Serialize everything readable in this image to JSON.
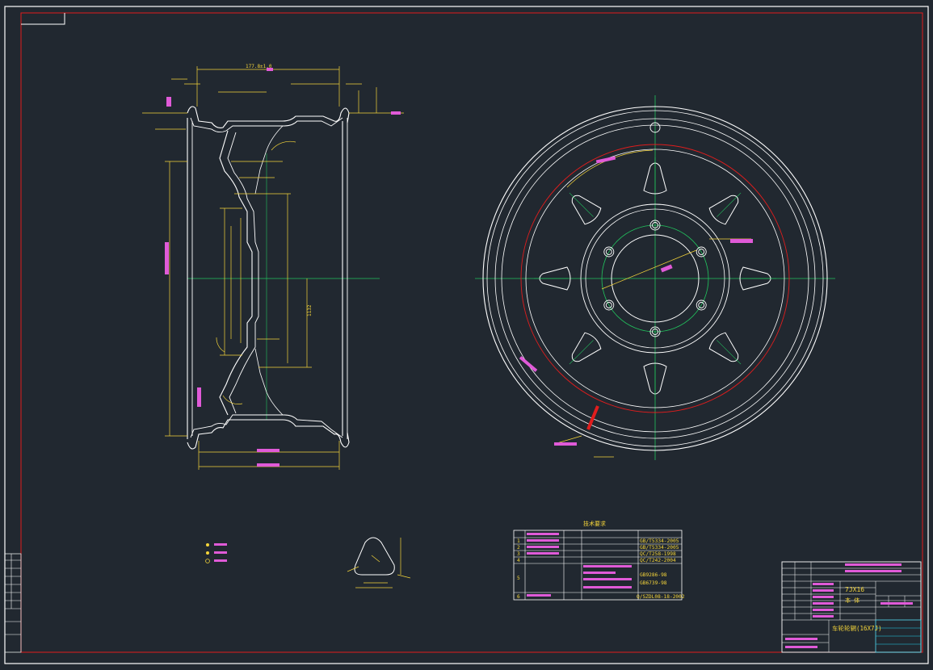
{
  "colors": {
    "background": "#212830",
    "outer_frame": "#ffffff",
    "border": "#e11d1d",
    "outline": "#ffffff",
    "dimension": "#f5d53a",
    "center_line": "#22c55e",
    "highlight": "#e11d1d",
    "magenta": "#e05ad8",
    "title_block_grid": "#ffffff",
    "title_block_cyan": "#22d3ee"
  },
  "drawing": {
    "title_block": {
      "model": "7JX16",
      "sub": "本  体",
      "part_name": "车轮轮辋(16X7J)"
    },
    "tech_table": {
      "heading": "技术要求",
      "standards": [
        "GB/T5334-2005",
        "GB/T5334-2005",
        "QC/T258-1998",
        "QC/T242-2004",
        "GB9286-98",
        "GB6739-98",
        "Q/SZDL08-18-2002"
      ],
      "row_numbers": [
        "1",
        "2",
        "3",
        "4",
        "5",
        "6"
      ]
    },
    "dims": {
      "rim_width": "177.8±1.0",
      "center_vertical": "1132"
    }
  }
}
